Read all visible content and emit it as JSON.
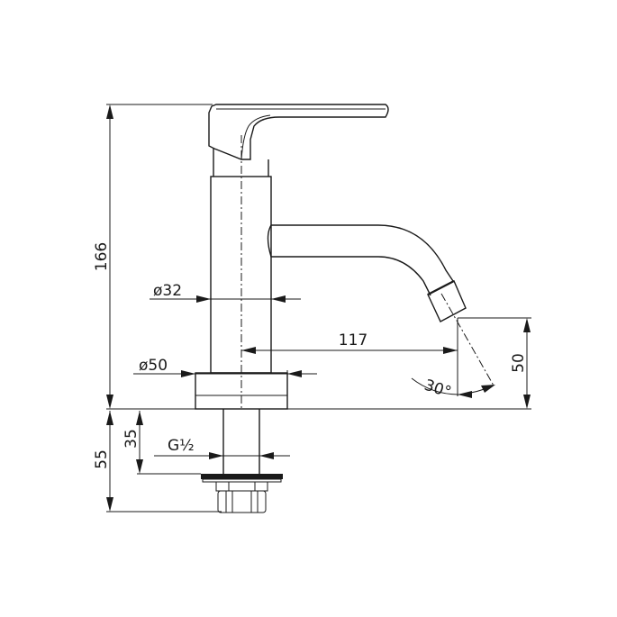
{
  "drawing": {
    "subject": "single-lever basin faucet",
    "line_color": "#1a1a1a",
    "background": "#ffffff"
  },
  "dimensions": {
    "total_height": "166",
    "body_diameter": "ø32",
    "base_diameter": "ø50",
    "spout_reach": "117",
    "outlet_height": "50",
    "outlet_angle": "30°",
    "below_deck_total": "55",
    "below_deck_thread": "35",
    "thread_size": "G½"
  }
}
